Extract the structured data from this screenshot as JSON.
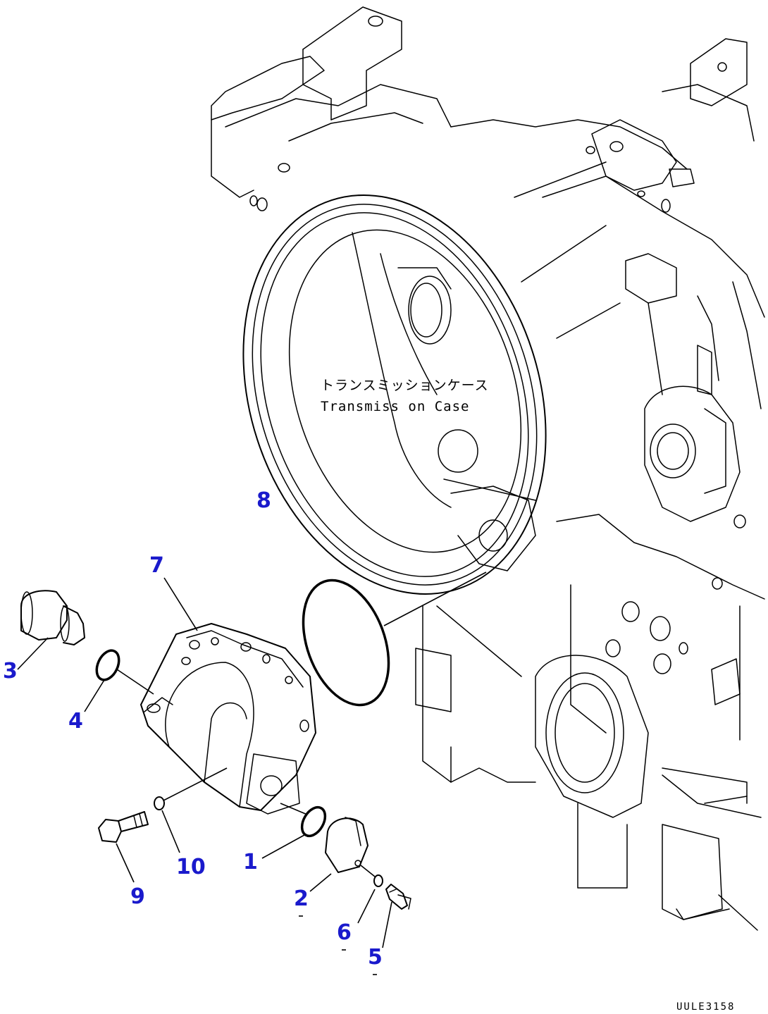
{
  "diagram": {
    "callout_color": "#1a1acc",
    "case_label_jp": "トランスミッションケース",
    "case_label_en": "Transmiss on Case",
    "drawing_id": "UULE3158"
  },
  "callouts": [
    {
      "id": "1",
      "label": "1"
    },
    {
      "id": "2",
      "label": "2"
    },
    {
      "id": "3",
      "label": "3"
    },
    {
      "id": "4",
      "label": "4"
    },
    {
      "id": "5",
      "label": "5"
    },
    {
      "id": "6",
      "label": "6"
    },
    {
      "id": "7",
      "label": "7"
    },
    {
      "id": "8",
      "label": "8"
    },
    {
      "id": "9",
      "label": "9"
    },
    {
      "id": "10",
      "label": "10"
    }
  ]
}
